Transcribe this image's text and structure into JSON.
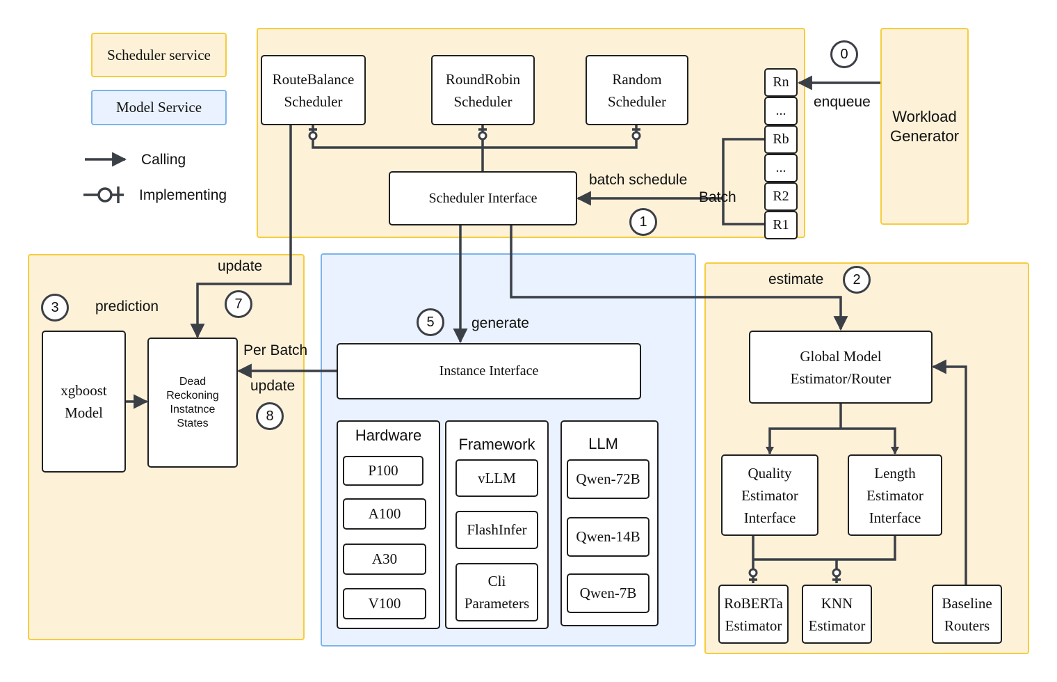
{
  "legend": {
    "scheduler_service": "Scheduler service",
    "model_service": "Model Service",
    "calling": "Calling",
    "implementing": "Implementing"
  },
  "schedulers": {
    "route_balance": "RouteBalance\nScheduler",
    "round_robin": "RoundRobin\nScheduler",
    "random": "Random\nScheduler",
    "interface": "Scheduler Interface"
  },
  "queue": [
    "Rn",
    "...",
    "Rb",
    "...",
    "R2",
    "R1"
  ],
  "workload_generator": "Workload\nGenerator",
  "labels": {
    "enqueue": "enqueue",
    "batch_schedule": "batch schedule",
    "batch": "Batch",
    "update_top": "update",
    "prediction": "prediction",
    "generate": "generate",
    "per_batch": "Per Batch",
    "update_bottom": "update",
    "estimate": "estimate"
  },
  "steps": [
    "0",
    "1",
    "2",
    "3",
    "5",
    "7",
    "8"
  ],
  "predictor": {
    "xgboost": "xgboost\nModel",
    "dead_reckoning": "Dead\nReckoning\nInstatnce\nStates"
  },
  "instance": {
    "interface": "Instance Interface",
    "hardware": {
      "title": "Hardware",
      "items": [
        "P100",
        "A100",
        "A30",
        "V100"
      ]
    },
    "framework": {
      "title": "Framework",
      "items": [
        "vLLM",
        "FlashInfer",
        "Cli\nParameters"
      ]
    },
    "llm": {
      "title": "LLM",
      "items": [
        "Qwen-72B",
        "Qwen-14B",
        "Qwen-7B"
      ]
    }
  },
  "estimator": {
    "global": "Global Model\nEstimator/Router",
    "quality": "Quality\nEstimator\nInterface",
    "length": "Length\nEstimator\nInterface",
    "roberta": "RoBERTa\nEstimator",
    "knn": "KNN\nEstimator",
    "baseline": "Baseline\nRouters"
  }
}
